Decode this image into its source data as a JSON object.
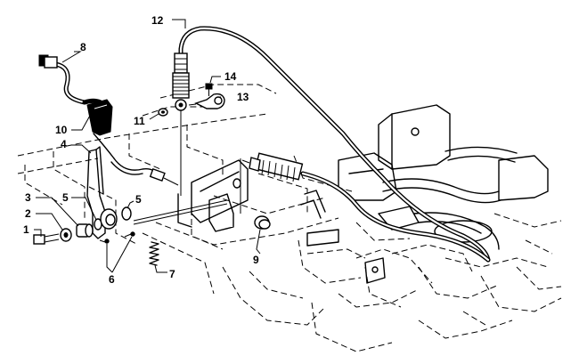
{
  "callouts": [
    {
      "id": "1",
      "text": "1"
    },
    {
      "id": "2",
      "text": "2"
    },
    {
      "id": "3",
      "text": "3"
    },
    {
      "id": "4",
      "text": "4"
    },
    {
      "id": "5a",
      "text": "5"
    },
    {
      "id": "5b",
      "text": "5"
    },
    {
      "id": "6",
      "text": "6"
    },
    {
      "id": "7",
      "text": "7"
    },
    {
      "id": "8",
      "text": "8"
    },
    {
      "id": "9",
      "text": "9"
    },
    {
      "id": "10",
      "text": "10"
    },
    {
      "id": "11",
      "text": "11"
    },
    {
      "id": "12",
      "text": "12"
    },
    {
      "id": "13",
      "text": "13"
    },
    {
      "id": "14",
      "text": "14"
    }
  ],
  "colors": {
    "ink": "#000000",
    "paper": "#ffffff"
  }
}
